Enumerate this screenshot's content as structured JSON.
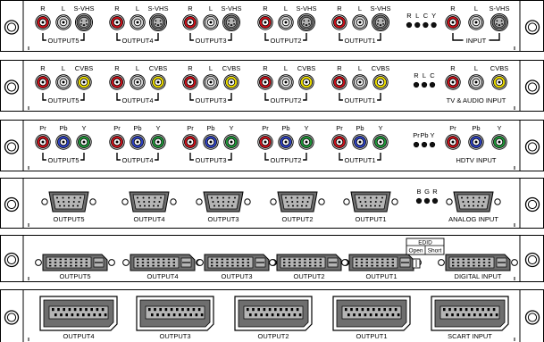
{
  "colors": {
    "panel_fill": "#ffffff",
    "stroke": "#000000",
    "red": "#d0121b",
    "white_jack": "#d4d4d4",
    "yellow": "#f0e000",
    "blue": "#2f43c8",
    "green": "#1f9a3a",
    "connector_fill": "#6e6e6e",
    "connector_light": "#b5b5b5"
  },
  "panels": [
    {
      "id": "svhs",
      "kind": "rca",
      "groups": [
        {
          "label": "OUTPUT5",
          "jacks": [
            {
              "t": "R",
              "c": "red"
            },
            {
              "t": "L",
              "c": "white"
            },
            {
              "t": "S-VHS",
              "c": "svhs"
            }
          ]
        },
        {
          "label": "OUTPUT4",
          "jacks": [
            {
              "t": "R",
              "c": "red"
            },
            {
              "t": "L",
              "c": "white"
            },
            {
              "t": "S-VHS",
              "c": "svhs"
            }
          ]
        },
        {
          "label": "OUTPUT3",
          "jacks": [
            {
              "t": "R",
              "c": "red"
            },
            {
              "t": "L",
              "c": "white"
            },
            {
              "t": "S-VHS",
              "c": "svhs"
            }
          ]
        },
        {
          "label": "OUTPUT2",
          "jacks": [
            {
              "t": "R",
              "c": "red"
            },
            {
              "t": "L",
              "c": "white"
            },
            {
              "t": "S-VHS",
              "c": "svhs"
            }
          ]
        },
        {
          "label": "OUTPUT1",
          "jacks": [
            {
              "t": "R",
              "c": "red"
            },
            {
              "t": "L",
              "c": "white"
            },
            {
              "t": "S-VHS",
              "c": "svhs"
            }
          ]
        }
      ],
      "leds": [
        "R",
        "L",
        "C",
        "Y"
      ],
      "input": {
        "label": "INPUT",
        "jacks": [
          {
            "t": "R",
            "c": "red"
          },
          {
            "t": "L",
            "c": "white"
          },
          {
            "t": "S-VHS",
            "c": "svhs"
          }
        ]
      }
    },
    {
      "id": "cvbs",
      "kind": "rca",
      "groups": [
        {
          "label": "OUTPUT5",
          "jacks": [
            {
              "t": "R",
              "c": "red"
            },
            {
              "t": "L",
              "c": "white"
            },
            {
              "t": "CVBS",
              "c": "yellow"
            }
          ]
        },
        {
          "label": "OUTPUT4",
          "jacks": [
            {
              "t": "R",
              "c": "red"
            },
            {
              "t": "L",
              "c": "white"
            },
            {
              "t": "CVBS",
              "c": "yellow"
            }
          ]
        },
        {
          "label": "OUTPUT3",
          "jacks": [
            {
              "t": "R",
              "c": "red"
            },
            {
              "t": "L",
              "c": "white"
            },
            {
              "t": "CVBS",
              "c": "yellow"
            }
          ]
        },
        {
          "label": "OUTPUT2",
          "jacks": [
            {
              "t": "R",
              "c": "red"
            },
            {
              "t": "L",
              "c": "white"
            },
            {
              "t": "CVBS",
              "c": "yellow"
            }
          ]
        },
        {
          "label": "OUTPUT1",
          "jacks": [
            {
              "t": "R",
              "c": "red"
            },
            {
              "t": "L",
              "c": "white"
            },
            {
              "t": "CVBS",
              "c": "yellow"
            }
          ]
        }
      ],
      "leds": [
        "R",
        "L",
        "C"
      ],
      "input": {
        "label": "TV & AUDIO INPUT",
        "jacks": [
          {
            "t": "R",
            "c": "red"
          },
          {
            "t": "L",
            "c": "white"
          },
          {
            "t": "CVBS",
            "c": "yellow"
          }
        ]
      }
    },
    {
      "id": "hdtv",
      "kind": "rca",
      "groups": [
        {
          "label": "OUTPUT5",
          "jacks": [
            {
              "t": "Pr",
              "c": "red"
            },
            {
              "t": "Pb",
              "c": "blue"
            },
            {
              "t": "Y",
              "c": "green"
            }
          ]
        },
        {
          "label": "OUTPUT4",
          "jacks": [
            {
              "t": "Pr",
              "c": "red"
            },
            {
              "t": "Pb",
              "c": "blue"
            },
            {
              "t": "Y",
              "c": "green"
            }
          ]
        },
        {
          "label": "OUTPUT3",
          "jacks": [
            {
              "t": "Pr",
              "c": "red"
            },
            {
              "t": "Pb",
              "c": "blue"
            },
            {
              "t": "Y",
              "c": "green"
            }
          ]
        },
        {
          "label": "OUTPUT2",
          "jacks": [
            {
              "t": "Pr",
              "c": "red"
            },
            {
              "t": "Pb",
              "c": "blue"
            },
            {
              "t": "Y",
              "c": "green"
            }
          ]
        },
        {
          "label": "OUTPUT1",
          "jacks": [
            {
              "t": "Pr",
              "c": "red"
            },
            {
              "t": "Pb",
              "c": "blue"
            },
            {
              "t": "Y",
              "c": "green"
            }
          ]
        }
      ],
      "leds": [
        "Pr",
        "Pb",
        "Y"
      ],
      "input": {
        "label": "HDTV INPUT",
        "jacks": [
          {
            "t": "Pr",
            "c": "red"
          },
          {
            "t": "Pb",
            "c": "blue"
          },
          {
            "t": "Y",
            "c": "green"
          }
        ]
      }
    },
    {
      "id": "vga",
      "kind": "vga",
      "ports": [
        "OUTPUT5",
        "OUTPUT4",
        "OUTPUT3",
        "OUTPUT2",
        "OUTPUT1"
      ],
      "leds": [
        "B",
        "G",
        "R"
      ],
      "input": "ANALOG INPUT"
    },
    {
      "id": "dvi",
      "kind": "dvi",
      "ports": [
        "OUTPUT5",
        "OUTPUT4",
        "OUTPUT3",
        "OUTPUT2",
        "OUTPUT1"
      ],
      "edid": {
        "title": "EDID",
        "open": "Open",
        "short": "Short"
      },
      "input": "DIGITAL INPUT"
    },
    {
      "id": "scart",
      "kind": "scart",
      "ports": [
        "OUTPUT4",
        "OUTPUT3",
        "OUTPUT2",
        "OUTPUT1"
      ],
      "input": "SCART INPUT"
    }
  ]
}
